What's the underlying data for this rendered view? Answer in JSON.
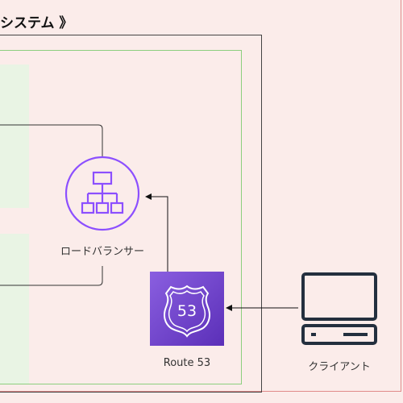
{
  "diagram": {
    "title": "システム 》",
    "nodes": {
      "load_balancer": {
        "label": "ロードバランサー",
        "icon": "load-balancer-icon",
        "color": "#8c4fff"
      },
      "route53": {
        "label": "Route 53",
        "badge": "53",
        "icon": "route53-shield-icon",
        "color": "#6a3ed1"
      },
      "client": {
        "label": "クライアント",
        "icon": "client-computer-icon",
        "color": "#232f3e"
      }
    },
    "edges": [
      {
        "from": "route53",
        "to": "load_balancer"
      },
      {
        "from": "client",
        "to": "route53"
      }
    ],
    "colors": {
      "background": "#fbecea",
      "outer_border": "#e08a8a",
      "vpc_border": "#8ccf7e",
      "subnet_fill": "#e9f4e4"
    }
  }
}
